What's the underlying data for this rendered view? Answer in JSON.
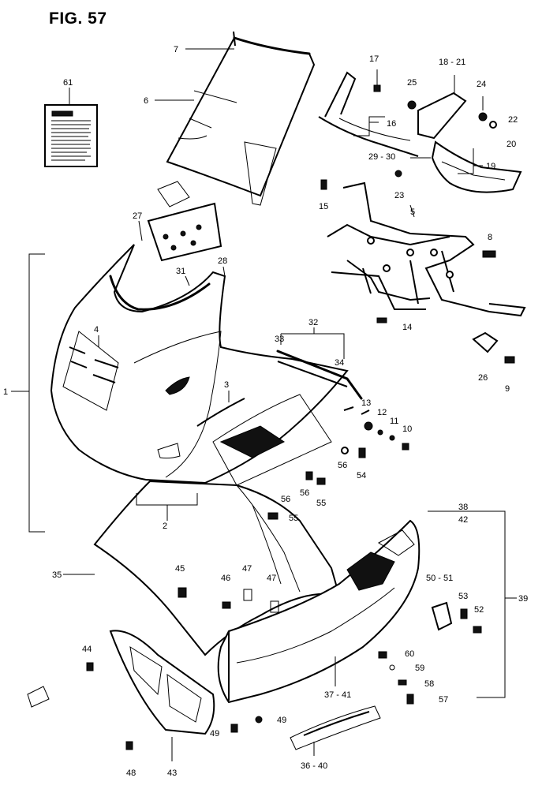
{
  "figure": {
    "title": "FIG. 57"
  },
  "callouts": [
    {
      "id": "c1",
      "text": "1"
    },
    {
      "id": "c2",
      "text": "2"
    },
    {
      "id": "c3",
      "text": "3"
    },
    {
      "id": "c4",
      "text": "4"
    },
    {
      "id": "c5",
      "text": "5"
    },
    {
      "id": "c6",
      "text": "6"
    },
    {
      "id": "c7",
      "text": "7"
    },
    {
      "id": "c8",
      "text": "8"
    },
    {
      "id": "c9",
      "text": "9"
    },
    {
      "id": "c10",
      "text": "10"
    },
    {
      "id": "c11",
      "text": "11"
    },
    {
      "id": "c12",
      "text": "12"
    },
    {
      "id": "c13",
      "text": "13"
    },
    {
      "id": "c14",
      "text": "14"
    },
    {
      "id": "c15",
      "text": "15"
    },
    {
      "id": "c16",
      "text": "16"
    },
    {
      "id": "c17",
      "text": "17"
    },
    {
      "id": "c18_21",
      "text": "18 - 21"
    },
    {
      "id": "c19",
      "text": "19"
    },
    {
      "id": "c20",
      "text": "20"
    },
    {
      "id": "c22",
      "text": "22"
    },
    {
      "id": "c23",
      "text": "23"
    },
    {
      "id": "c24",
      "text": "24"
    },
    {
      "id": "c25",
      "text": "25"
    },
    {
      "id": "c26",
      "text": "26"
    },
    {
      "id": "c27",
      "text": "27"
    },
    {
      "id": "c28",
      "text": "28"
    },
    {
      "id": "c29_30",
      "text": "29 - 30"
    },
    {
      "id": "c31",
      "text": "31"
    },
    {
      "id": "c32",
      "text": "32"
    },
    {
      "id": "c33",
      "text": "33"
    },
    {
      "id": "c34",
      "text": "34"
    },
    {
      "id": "c35",
      "text": "35"
    },
    {
      "id": "c36_40",
      "text": "36 - 40"
    },
    {
      "id": "c37_41",
      "text": "37 - 41"
    },
    {
      "id": "c38",
      "text": "38"
    },
    {
      "id": "c42",
      "text": "42"
    },
    {
      "id": "c39",
      "text": "39"
    },
    {
      "id": "c43",
      "text": "43"
    },
    {
      "id": "c44",
      "text": "44"
    },
    {
      "id": "c45",
      "text": "45"
    },
    {
      "id": "c46",
      "text": "46"
    },
    {
      "id": "c47a",
      "text": "47"
    },
    {
      "id": "c47b",
      "text": "47"
    },
    {
      "id": "c48",
      "text": "48"
    },
    {
      "id": "c49a",
      "text": "49"
    },
    {
      "id": "c49b",
      "text": "49"
    },
    {
      "id": "c50_51",
      "text": "50 - 51"
    },
    {
      "id": "c52",
      "text": "52"
    },
    {
      "id": "c53",
      "text": "53"
    },
    {
      "id": "c54",
      "text": "54"
    },
    {
      "id": "c55a",
      "text": "55"
    },
    {
      "id": "c55b",
      "text": "55"
    },
    {
      "id": "c56a",
      "text": "56"
    },
    {
      "id": "c56b",
      "text": "56"
    },
    {
      "id": "c56c",
      "text": "56"
    },
    {
      "id": "c57",
      "text": "57"
    },
    {
      "id": "c58",
      "text": "58"
    },
    {
      "id": "c59",
      "text": "59"
    },
    {
      "id": "c60",
      "text": "60"
    },
    {
      "id": "c61",
      "text": "61"
    }
  ]
}
